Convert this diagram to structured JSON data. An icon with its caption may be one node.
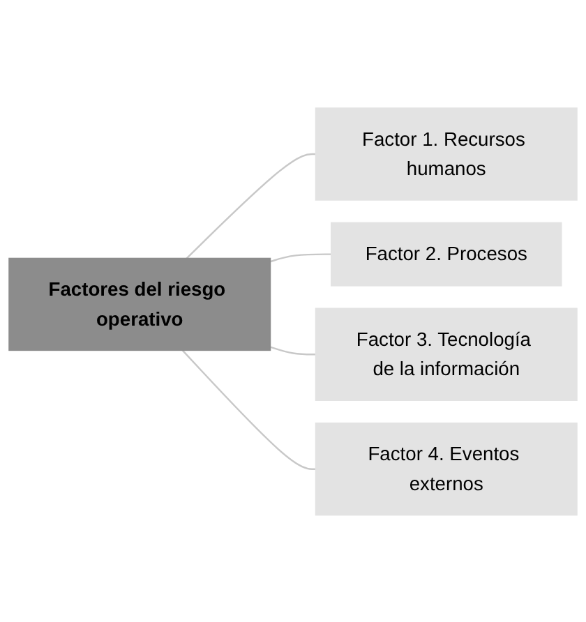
{
  "diagram": {
    "nodes": [
      {
        "text": [
          "Factores del riesgo operativo"
        ]
      },
      {
        "text": [
          "Factor 1. Recursos humanos"
        ]
      },
      {
        "text": [
          "Factor 2. Procesos"
        ]
      },
      {
        "text": [
          "Factor 3. Tecnología de la información"
        ]
      },
      {
        "text": [
          "Factor 4. Eventos externos"
        ]
      }
    ],
    "edges": [
      {
        "from": 0,
        "to": 1,
        "arrow": "none"
      },
      {
        "from": 0,
        "to": 2,
        "arrow": "none"
      },
      {
        "from": 0,
        "to": 3,
        "arrow": "none"
      },
      {
        "from": 0,
        "to": 4,
        "arrow": "none"
      }
    ]
  }
}
